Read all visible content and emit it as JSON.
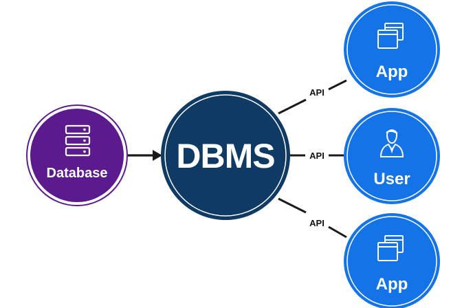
{
  "diagram": {
    "center": {
      "label": "DBMS"
    },
    "source": {
      "label": "Database",
      "icon": "server-stack-icon"
    },
    "clients": [
      {
        "label": "App",
        "icon": "windows-icon"
      },
      {
        "label": "User",
        "icon": "user-icon"
      },
      {
        "label": "App",
        "icon": "windows-icon"
      }
    ],
    "connectors": [
      {
        "label": "API"
      },
      {
        "label": "API"
      },
      {
        "label": "API"
      }
    ]
  },
  "colors": {
    "database": "#5b1a8e",
    "dbms": "#0f3a63",
    "client": "#1473e6",
    "line": "#1a1a1a",
    "ring": "#ffffff"
  }
}
